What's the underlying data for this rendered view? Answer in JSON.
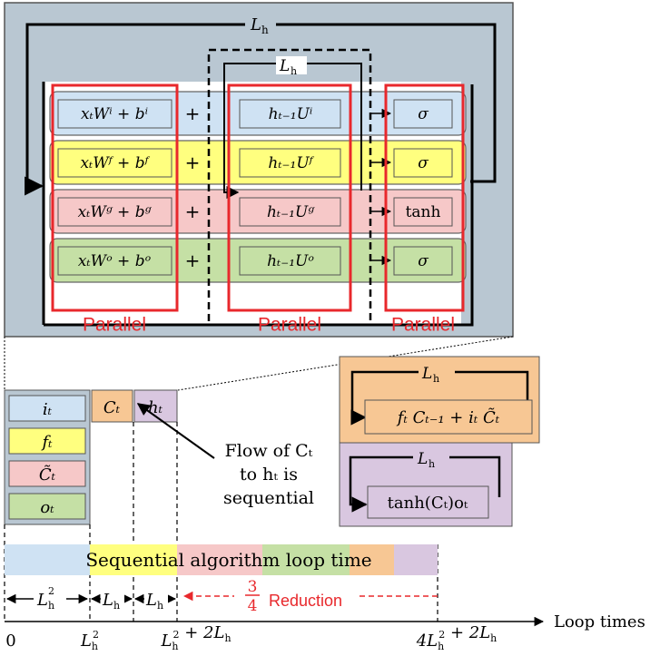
{
  "colors": {
    "blue": "#cfe2f3",
    "yellow": "#ffff7f",
    "pink": "#f6c8c8",
    "green": "#c5e0a5",
    "orange": "#f7c794",
    "purple": "#d9c7e0",
    "grey_panel": "#b9c7d2",
    "red": "#e8282c"
  },
  "top_panel": {
    "outer_loop_label_main": "L",
    "outer_loop_label_sub": "h",
    "inner_loop_label_main": "L",
    "inner_loop_label_sub": "h",
    "rows": [
      {
        "left": "xₜWⁱ + bⁱ",
        "op": "+",
        "mid": "hₜ₋₁Uⁱ",
        "act": "σ"
      },
      {
        "left": "xₜWᶠ + bᶠ",
        "op": "+",
        "mid": "hₜ₋₁Uᶠ",
        "act": "σ"
      },
      {
        "left": "xₜWᵍ + bᵍ",
        "op": "+",
        "mid": "hₜ₋₁Uᵍ",
        "act": "tanh"
      },
      {
        "left": "xₜWᵒ + bᵒ",
        "op": "+",
        "mid": "hₜ₋₁Uᵒ",
        "act": "σ"
      }
    ],
    "parallel_labels": [
      "Parallel",
      "Parallel",
      "Parallel"
    ]
  },
  "gates": {
    "stack": [
      "iₜ",
      "fₜ",
      "C̃ₜ",
      "oₜ"
    ],
    "cell": "Cₜ",
    "hidden": "hₜ"
  },
  "flow_note": [
    "Flow of Cₜ",
    "to hₜ is",
    "sequential"
  ],
  "cell_update": {
    "loop_label_main": "L",
    "loop_label_sub": "h",
    "formula": "fₜ Cₜ₋₁ + iₜ C̃ₜ"
  },
  "hidden_update": {
    "loop_label_main": "L",
    "loop_label_sub": "h",
    "formula": "tanh(Cₜ)oₜ"
  },
  "timeline": {
    "bar_label": "Sequential algorithm loop time",
    "seg_labels": [
      {
        "main": "L",
        "sub": "h",
        "sup": "2"
      },
      {
        "main": "L",
        "sub": "h",
        "sup": ""
      },
      {
        "main": "L",
        "sub": "h",
        "sup": ""
      }
    ],
    "reduction_fraction_num": "3",
    "reduction_fraction_den": "4",
    "reduction_label": "Reduction",
    "axis_ticks": [
      {
        "parts": [
          {
            "t": "0"
          }
        ]
      },
      {
        "parts": [
          {
            "t": "L"
          },
          {
            "sub": "h"
          },
          {
            "sup": "2"
          }
        ]
      },
      {
        "parts": [
          {
            "t": "L"
          },
          {
            "sub": "h"
          },
          {
            "sup": "2"
          },
          {
            "t": " + 2L"
          },
          {
            "sub": "h"
          }
        ]
      },
      {
        "parts": [
          {
            "t": "4L"
          },
          {
            "sub": "h"
          },
          {
            "sup": "2"
          },
          {
            "t": " + 2L"
          },
          {
            "sub": "h"
          }
        ]
      }
    ],
    "axis_label": "Loop times"
  }
}
